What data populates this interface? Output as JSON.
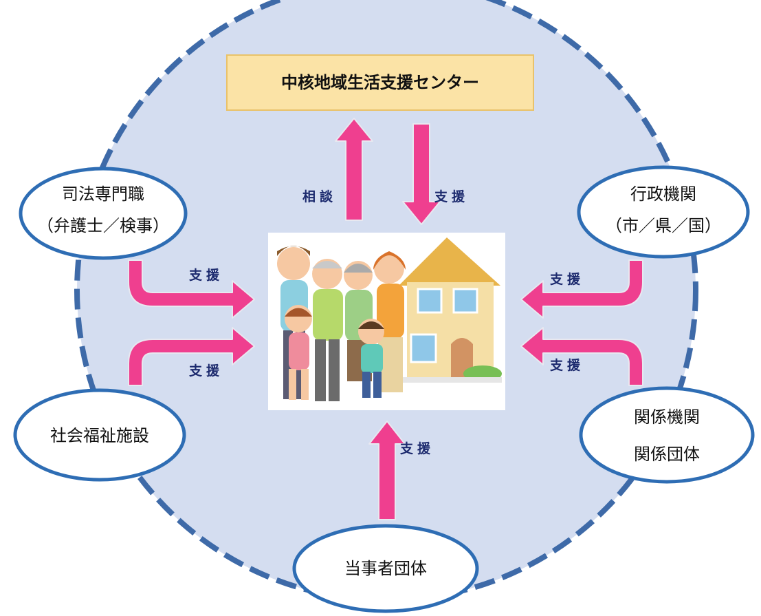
{
  "center": {
    "label": "中核地域生活支援センター"
  },
  "nodes": {
    "judicial": {
      "line1": "司法専門職",
      "line2": "（弁護士／検事）"
    },
    "admin": {
      "line1": "行政機関",
      "line2": "（市／県／国）"
    },
    "welfare": {
      "line1": "社会福祉施設"
    },
    "related": {
      "line1": "関係機関",
      "line2": "関係団体"
    },
    "parties": {
      "line1": "当事者団体"
    }
  },
  "arrow_labels": {
    "consult": "相談",
    "support_center": "支援",
    "support_judicial": "支援",
    "support_welfare": "支援",
    "support_admin": "支援",
    "support_related": "支援",
    "support_parties": "支援"
  },
  "colors": {
    "circle_fill": "#d4ddf0",
    "circle_stroke": "#3e6aa8",
    "ellipse_stroke": "#2e6db4",
    "arrow_fill": "#ef3f8f",
    "arrow_stroke": "#e8e8f0",
    "center_fill": "#fbe3a6",
    "center_stroke": "#e9c26a",
    "arrow_label": "#1c2a6e"
  },
  "image": {
    "alt": "family-in-front-of-house-illustration"
  }
}
